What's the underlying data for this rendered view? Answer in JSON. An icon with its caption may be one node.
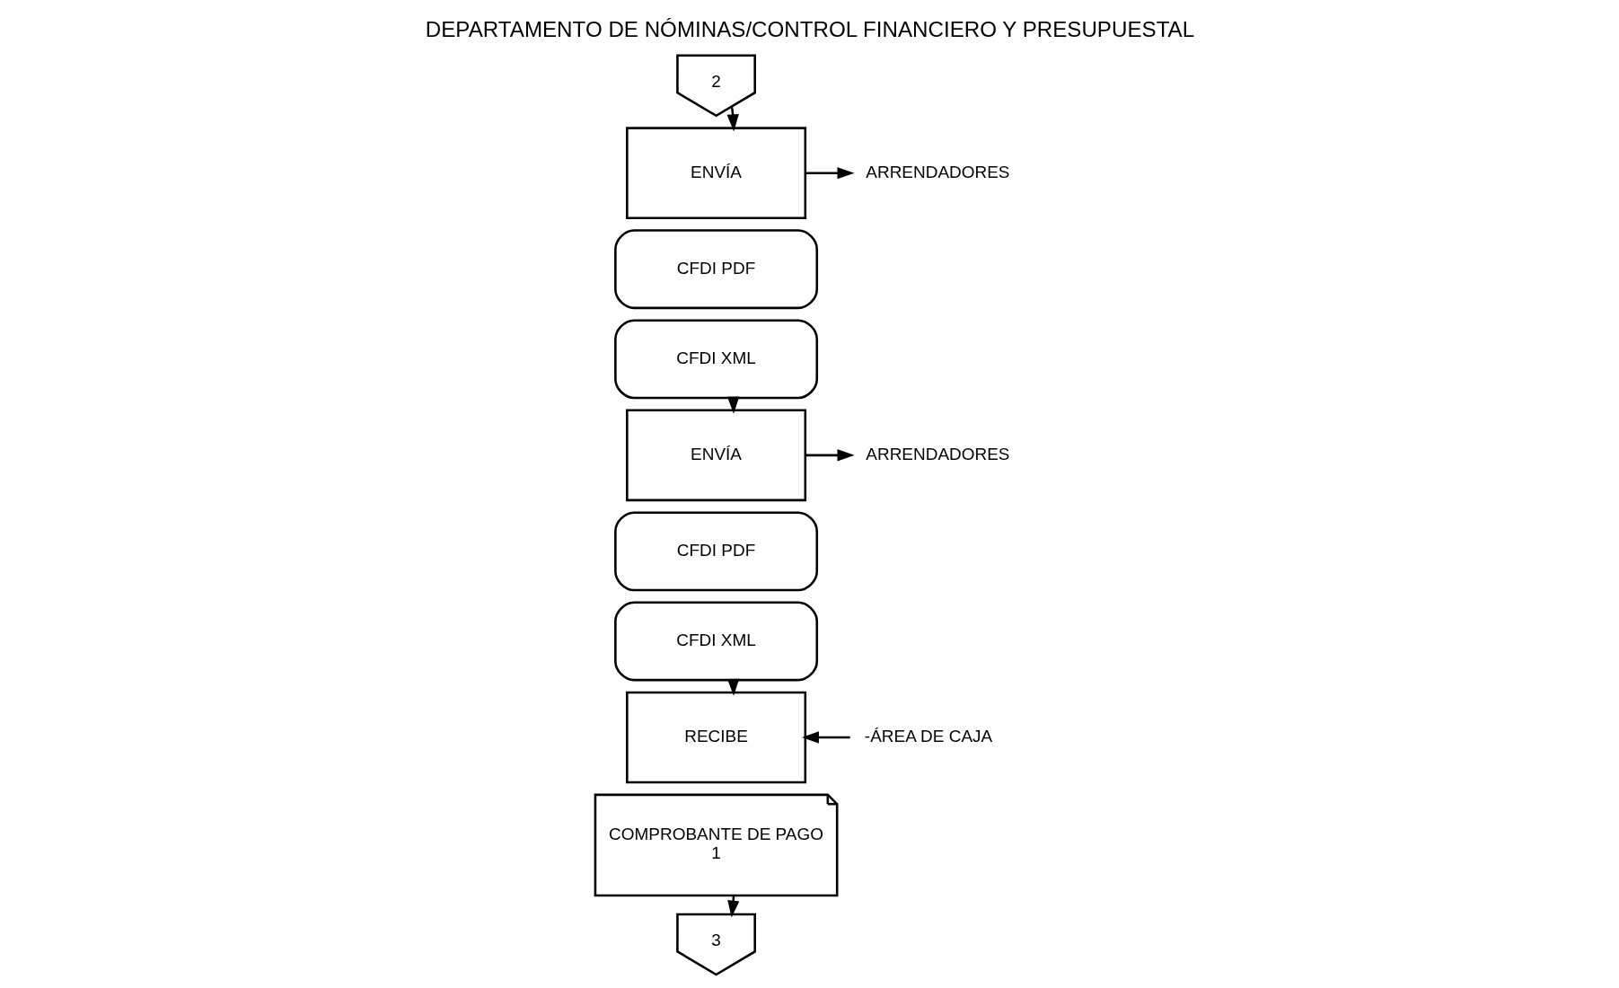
{
  "diagram": {
    "title": "DEPARTAMENTO DE NÓMINAS/CONTROL FINANCIERO Y PRESUPUESTAL",
    "nodes": [
      {
        "text": [
          "2"
        ]
      },
      {
        "text": [
          "ENVÍA"
        ]
      },
      {
        "text": [
          "ARRENDADORES"
        ]
      },
      {
        "text": [
          "CFDI PDF"
        ]
      },
      {
        "text": [
          "CFDI XML"
        ]
      },
      {
        "text": [
          "ENVÍA"
        ]
      },
      {
        "text": [
          "ARRENDADORES"
        ]
      },
      {
        "text": [
          "CFDI PDF"
        ]
      },
      {
        "text": [
          "CFDI XML"
        ]
      },
      {
        "text": [
          "-ÁREA DE CAJA"
        ]
      },
      {
        "text": [
          "RECIBE"
        ]
      },
      {
        "text": [
          "COMPROBANTE DE PAGO",
          "1"
        ]
      },
      {
        "text": [
          "3"
        ]
      }
    ],
    "edges": [
      {
        "from": 0,
        "to": 1,
        "arrow": "to"
      },
      {
        "from": 1,
        "to": 2,
        "arrow": "to"
      },
      {
        "from": 4,
        "to": 5,
        "arrow": "to"
      },
      {
        "from": 5,
        "to": 6,
        "arrow": "to"
      },
      {
        "from": 8,
        "to": 10,
        "arrow": "to"
      },
      {
        "from": 9,
        "to": 10,
        "arrow": "to"
      },
      {
        "from": 11,
        "to": 12,
        "arrow": "to"
      }
    ]
  }
}
